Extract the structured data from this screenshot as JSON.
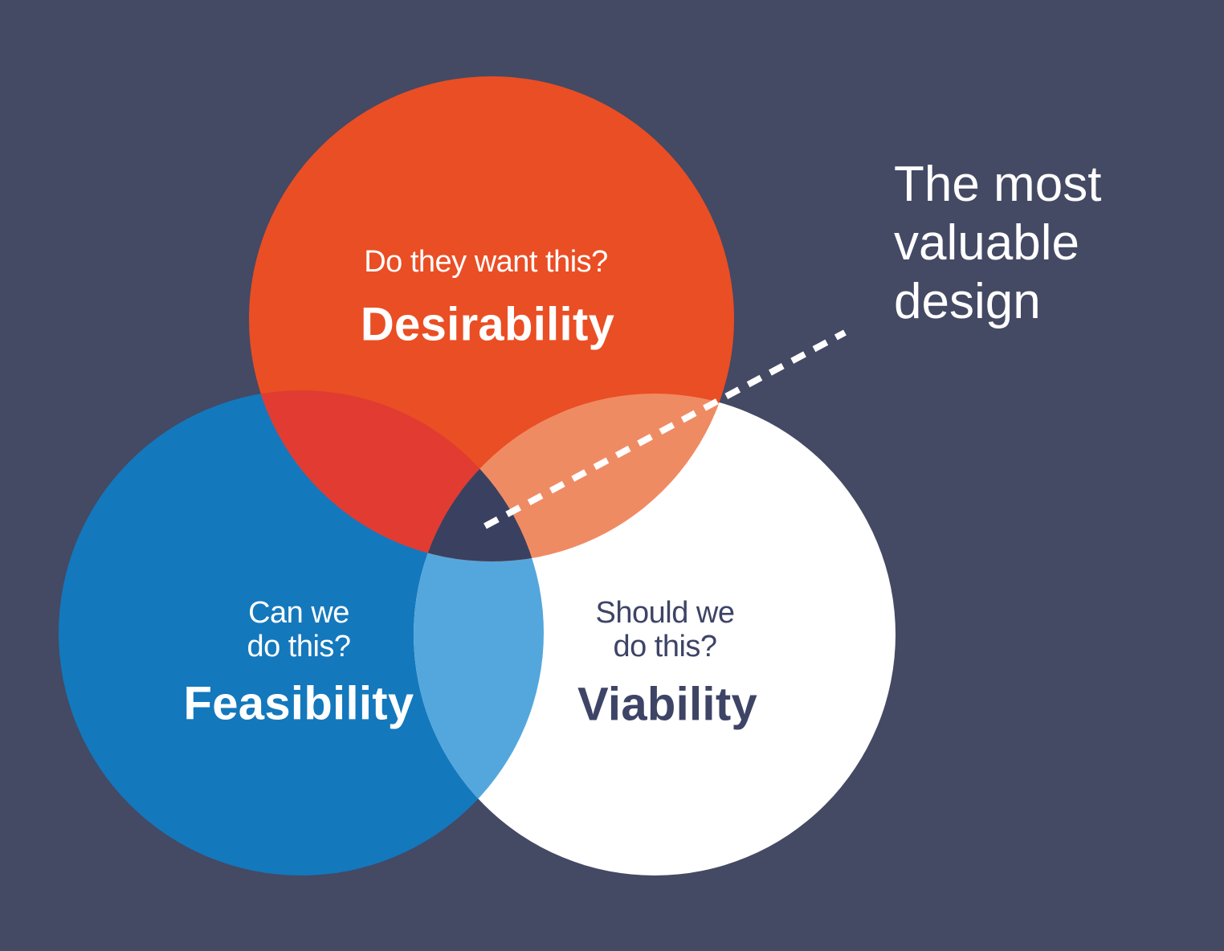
{
  "annotation": {
    "line1": "The most",
    "line2": "valuable",
    "line3": "design"
  },
  "circles": {
    "desirability": {
      "question": "Do they want this?",
      "label": "Desirability"
    },
    "feasibility": {
      "question_line1": "Can we",
      "question_line2": "do this?",
      "label": "Feasibility"
    },
    "viability": {
      "question_line1": "Should we",
      "question_line2": "do this?",
      "label": "Viability"
    }
  },
  "colors": {
    "background": "#444964",
    "desirability_fill": "#EA4E24",
    "feasibility_fill": "#1478BD",
    "viability_fill": "#FFFFFF",
    "overlap_desirability_feasibility": "#E23B31",
    "overlap_desirability_viability": "#EF8B63",
    "overlap_feasibility_viability": "#54A7DD",
    "overlap_center": "#3A4060",
    "dashed_line": "#FFFFFF",
    "light_text": "#FFFFFF",
    "dark_text": "#3E4466"
  }
}
